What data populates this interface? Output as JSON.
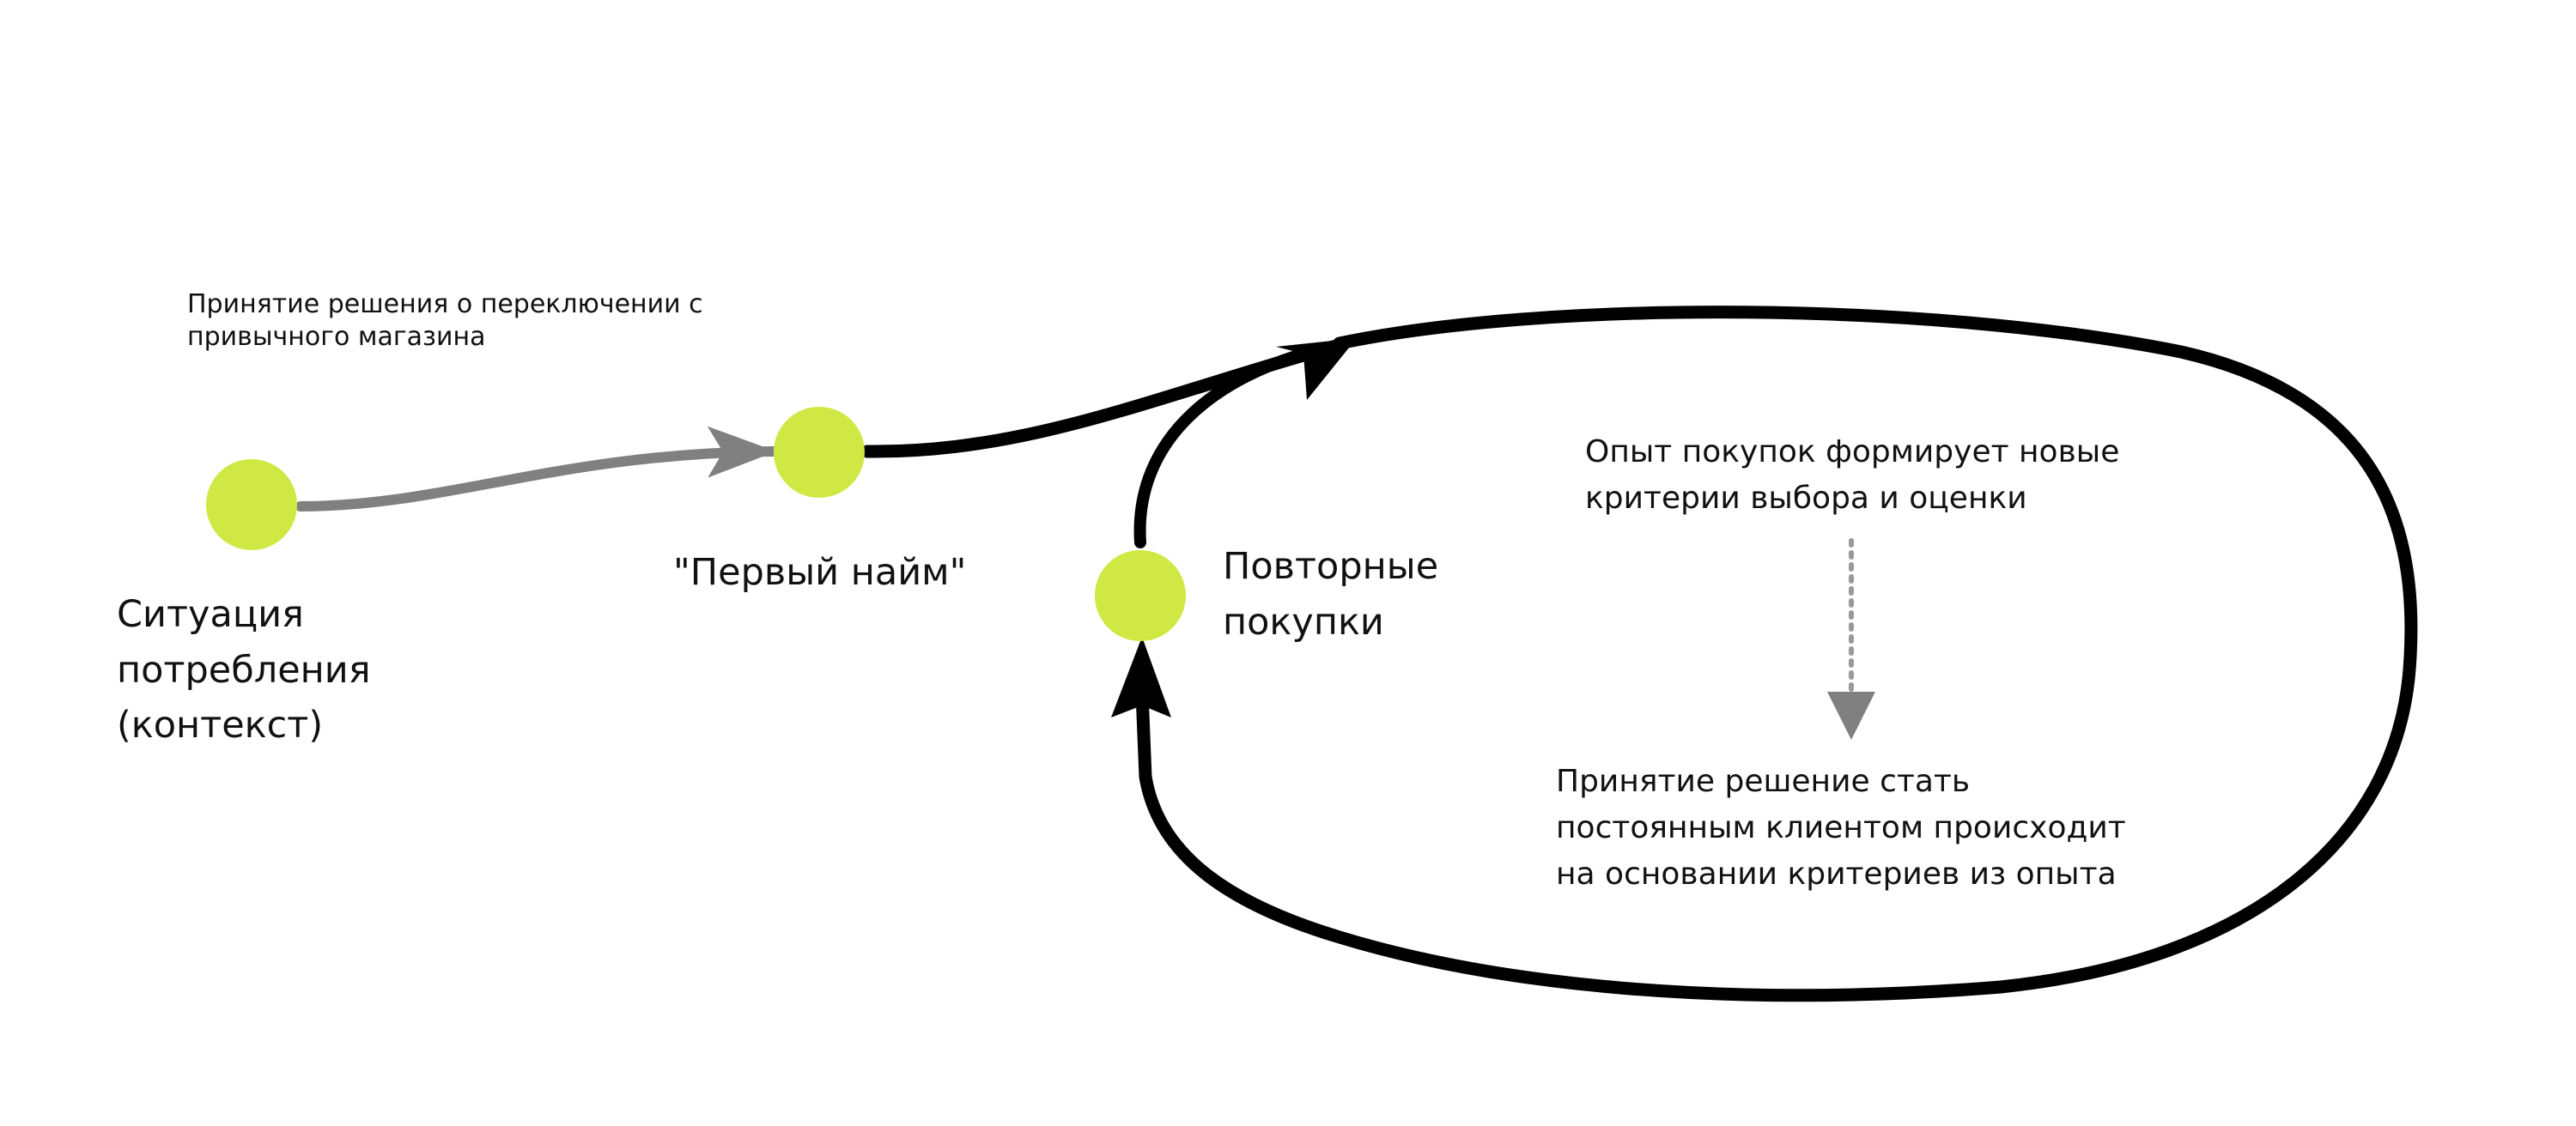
{
  "colors": {
    "node_fill": "#cfe843",
    "main_stroke": "#000000",
    "secondary_stroke": "#808080",
    "text": "#111111"
  },
  "nodes": [
    {
      "id": "context",
      "label_lines": [
        "Ситуация",
        "потребления",
        "(контекст)"
      ]
    },
    {
      "id": "first_hire",
      "label_lines": [
        "\"Первый найм\""
      ]
    },
    {
      "id": "repeat",
      "label_lines": [
        "Повторные",
        "покупки"
      ]
    }
  ],
  "annotations": {
    "switch_decision": [
      "Принятие решения о переключении с",
      "привычного магазина"
    ],
    "experience": [
      "Опыт покупок формирует новые",
      "критерии выбора и оценки"
    ],
    "loyalty_decision": [
      "Принятие решение стать",
      "постоянным клиентом происходит",
      "на основании критериев из опыта"
    ]
  }
}
